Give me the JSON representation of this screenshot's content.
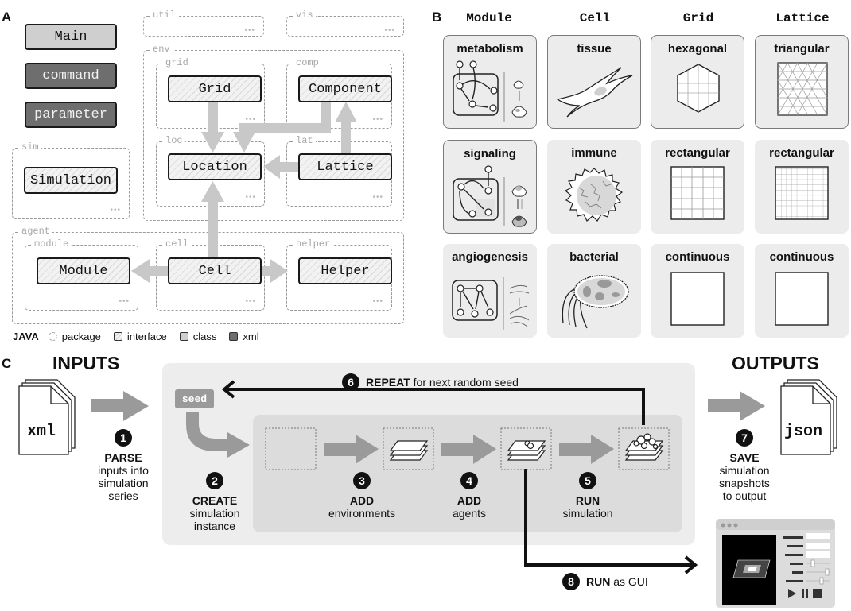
{
  "panel_a": {
    "letter": "A",
    "standalone": [
      {
        "label": "Main",
        "kind": "class"
      },
      {
        "label": "command",
        "kind": "xml"
      },
      {
        "label": "parameter",
        "kind": "xml"
      }
    ],
    "packages": {
      "util": "util",
      "vis": "vis",
      "env": "env",
      "grid": "grid",
      "comp": "comp",
      "loc": "loc",
      "lat": "lat",
      "sim": "sim",
      "agent": "agent",
      "module": "module",
      "cell": "cell",
      "helper": "helper"
    },
    "interfaces": {
      "grid": "Grid",
      "component": "Component",
      "location": "Location",
      "lattice": "Lattice",
      "simulation": "Simulation",
      "module": "Module",
      "cell": "Cell",
      "helper": "Helper"
    },
    "ellipsis": "•••",
    "legend": {
      "title": "JAVA",
      "items": [
        {
          "label": "package",
          "kind": "package"
        },
        {
          "label": "interface",
          "kind": "interface"
        },
        {
          "label": "class",
          "kind": "class"
        },
        {
          "label": "xml",
          "kind": "xml"
        }
      ]
    }
  },
  "panel_b": {
    "letter": "B",
    "columns": [
      "Module",
      "Cell",
      "Grid",
      "Lattice"
    ],
    "rows": [
      [
        "metabolism",
        "tissue",
        "hexagonal",
        "triangular"
      ],
      [
        "signaling",
        "immune",
        "rectangular",
        "rectangular"
      ],
      [
        "angiogenesis",
        "bacterial",
        "continuous",
        "continuous"
      ]
    ]
  },
  "panel_c": {
    "letter": "C",
    "inputs_title": "INPUTS",
    "outputs_title": "OUTPUTS",
    "input_file": "xml",
    "output_file": "json",
    "seed_label": "seed",
    "steps": [
      {
        "num": "1",
        "keyword": "PARSE",
        "desc": [
          "inputs into",
          "simulation",
          "series"
        ]
      },
      {
        "num": "2",
        "keyword": "CREATE",
        "desc": [
          "simulation",
          "instance"
        ]
      },
      {
        "num": "3",
        "keyword": "ADD",
        "desc": [
          "environments"
        ]
      },
      {
        "num": "4",
        "keyword": "ADD",
        "desc": [
          "agents"
        ]
      },
      {
        "num": "5",
        "keyword": "RUN",
        "desc": [
          "simulation"
        ]
      },
      {
        "num": "6",
        "keyword": "REPEAT",
        "desc": [
          "for next random seed"
        ]
      },
      {
        "num": "7",
        "keyword": "SAVE",
        "desc": [
          "simulation",
          "snapshots",
          "to output"
        ]
      },
      {
        "num": "8",
        "keyword": "RUN",
        "desc": [
          "as GUI"
        ]
      }
    ]
  }
}
